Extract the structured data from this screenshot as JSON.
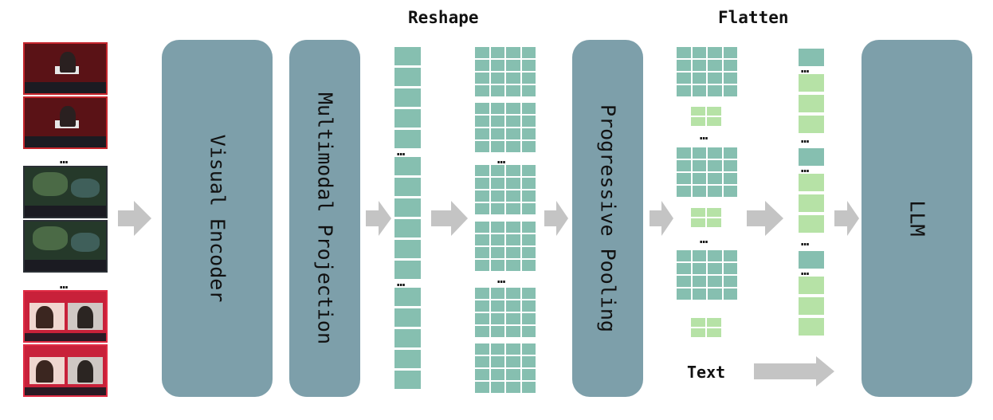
{
  "headings": {
    "reshape": "Reshape",
    "flatten": "Flatten"
  },
  "blocks": {
    "visual_encoder": "Visual Encoder",
    "multimodal_projection": "Multimodal Projection",
    "progressive_pooling": "Progressive Pooling",
    "llm": "LLM"
  },
  "ellipsis": "…",
  "text_label": "Text",
  "colors": {
    "block": "#7d9faa",
    "token_teal": "#86bfb0",
    "token_green": "#b6e2a6",
    "arrow": "#c4c4c4"
  },
  "frames": [
    "stage-red",
    "stage-red",
    "game",
    "game",
    "webcam-pink",
    "webcam-pink"
  ]
}
